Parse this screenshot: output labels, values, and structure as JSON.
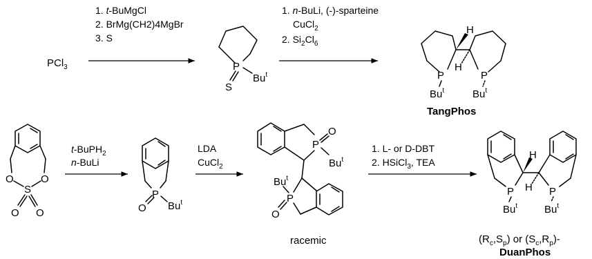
{
  "row1": {
    "start": {
      "base": "PCl",
      "sub": "3"
    },
    "step1": [
      "1. t-BuMgCl",
      "2. BrMg(CH2)4MgBr",
      "3. S"
    ],
    "step1_prefix": "t",
    "step2": [
      "1. n-BuLi, (-)-sparteine",
      "CuCl",
      "2. Si",
      "Cl"
    ],
    "step2_subs": [
      "2",
      "2",
      "6"
    ],
    "product": "TangPhos"
  },
  "row2": {
    "step1": [
      "t-BuPH",
      "2",
      "n-BuLi"
    ],
    "step2": [
      "LDA",
      "CuCl",
      "2"
    ],
    "step3": [
      "1. L- or D-DBT",
      "2. HSiCl",
      "3",
      ", TEA"
    ],
    "racemic_label": "racemic",
    "stereo_label": [
      "(R",
      "c",
      ",S",
      "p",
      ") or (S",
      "c",
      ",R",
      "p",
      ")-"
    ],
    "product": "DuanPhos"
  },
  "atoms": {
    "P": "P",
    "S": "S",
    "O": "O",
    "H": "H",
    "tbu": "Bu",
    "tbu_sup": "t"
  }
}
